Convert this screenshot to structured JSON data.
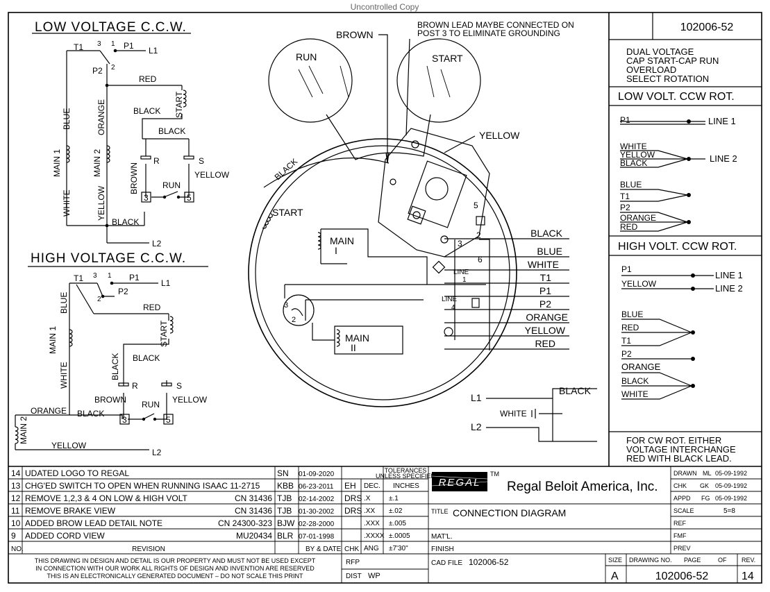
{
  "watermark": "Uncontrolled Copy",
  "low_voltage": {
    "title": "LOW VOLTAGE C.C.W.",
    "labels": {
      "t1": "T1",
      "n3": "3",
      "n1": "1",
      "p1": "P1",
      "l1": "L1",
      "p2": "P2",
      "n2": "2",
      "red": "RED",
      "blue": "BLUE",
      "orange": "ORANGE",
      "black_top": "BLACK",
      "start": "START",
      "black_mid": "BLACK",
      "main1": "MAIN 1",
      "main2": "MAIN 2",
      "r": "R",
      "s": "S",
      "brown": "BROWN",
      "yellow_cap": "YELLOW",
      "run": "RUN",
      "b3": "3",
      "b5": "5",
      "white": "WHITE",
      "yellow": "YELLOW",
      "black_bot": "BLACK",
      "l2": "L2"
    }
  },
  "high_voltage": {
    "title": "HIGH VOLTAGE C.C.W.",
    "labels": {
      "t1": "T1",
      "n3": "3",
      "n1": "1",
      "p1": "P1",
      "l1": "L1",
      "p2": "P2",
      "n2": "2",
      "blue": "BLUE",
      "red": "RED",
      "main1": "MAIN 1",
      "start": "START",
      "black_side": "BLACK",
      "black_top": "BLACK",
      "white": "WHITE",
      "r": "R",
      "s": "S",
      "brown": "BROWN",
      "yellow_cap": "YELLOW",
      "run": "RUN",
      "b3": "3",
      "b5": "5",
      "orange": "ORANGE",
      "black_bot": "BLACK",
      "main2": "MAIN 2",
      "yellow": "YELLOW",
      "l2": "L2"
    }
  },
  "center": {
    "note_line1": "BROWN LEAD MAYBE CONNECTED ON",
    "note_line2": "POST 3 TO ELIMINATE GROUNDING",
    "brown": "BROWN",
    "run": "RUN",
    "start_cap": "START",
    "yellow": "YELLOW",
    "black_diag": "BLACK",
    "start_coil": "START",
    "main1_a": "MAIN",
    "main1_b": "I",
    "main2_a": "MAIN",
    "main2_b": "II",
    "n5": "5",
    "n2": "2",
    "n3": "3",
    "n6": "6",
    "line1_a": "LINE",
    "line1_b": "1",
    "line4_a": "LINE",
    "line4_b": "4",
    "sw3": "3",
    "sw2": "2",
    "leads": [
      "BLACK",
      "BLUE",
      "WHITE",
      "T1",
      "P1",
      "P2",
      "ORANGE",
      "YELLOW",
      "RED"
    ],
    "cord_l1": "L1",
    "cord_l2": "L2",
    "cord_black": "BLACK",
    "cord_white": "WHITE"
  },
  "info_panel": {
    "part_no": "102006-52",
    "desc": [
      "DUAL VOLTAGE",
      "CAP START-CAP RUN",
      "OVERLOAD",
      "SELECT ROTATION"
    ],
    "low_title": "LOW VOLT. CCW ROT.",
    "low": {
      "p1": "P1",
      "line1": "LINE 1",
      "white": "WHITE",
      "yellow": "YELLOW",
      "black": "BLACK",
      "line2": "LINE 2",
      "blue": "BLUE",
      "t1": "T1",
      "p2": "P2",
      "orange": "ORANGE",
      "red": "RED"
    },
    "high_title": "HIGH VOLT. CCW ROT.",
    "high": {
      "p1": "P1",
      "yellow": "YELLOW",
      "line1": "LINE 1",
      "line2": "LINE 2",
      "blue": "BLUE",
      "red": "RED",
      "t1": "T1",
      "p2": "P2",
      "orange": "ORANGE",
      "black": "BLACK",
      "white": "WHITE"
    },
    "note": [
      "FOR CW ROT. EITHER",
      "VOLTAGE INTERCHANGE",
      "RED WITH BLACK LEAD."
    ]
  },
  "revisions": [
    {
      "no": "14",
      "desc": "UDATED LOGO TO REGAL",
      "code": "",
      "by": "SN",
      "date": "01-09-2020",
      "chk": ""
    },
    {
      "no": "13",
      "desc": "CHG'ED SWITCH TO OPEN WHEN RUNNING ISAAC 11-2715",
      "code": "",
      "by": "KBB",
      "date": "06-23-2011",
      "chk": "EH"
    },
    {
      "no": "12",
      "desc": "REMOVE 1,2,3 & 4 ON LOW & HIGH VOLT",
      "code": "CN 31436",
      "by": "TJB",
      "date": "02-14-2002",
      "chk": "DRS"
    },
    {
      "no": "11",
      "desc": "REMOVE BRAKE VIEW",
      "code": "CN 31436",
      "by": "TJB",
      "date": "01-30-2002",
      "chk": "DRS"
    },
    {
      "no": "10",
      "desc": "ADDED BROW LEAD DETAIL NOTE",
      "code": "CN 24300-323",
      "by": "BJW",
      "date": "02-28-2000",
      "chk": ""
    },
    {
      "no": "9",
      "desc": "ADDED CORD VIEW",
      "code": "MU20434",
      "by": "BLR",
      "date": "07-01-1998",
      "chk": ""
    }
  ],
  "rev_header": {
    "no": "NO.",
    "rev": "REVISION",
    "bydate": "BY & DATE",
    "chk": "CHK"
  },
  "tolerances": {
    "head1": "TOLERANCES",
    "head2": "UNLESS SPECIFIED",
    "dec": "DEC.",
    "inches": "INCHES",
    "rows": [
      [
        ".X",
        "±.1"
      ],
      [
        ".XX",
        "±.02"
      ],
      [
        ".XXX",
        "±.005"
      ],
      [
        ".XXXX",
        "±.0005"
      ]
    ],
    "ang": "ANG",
    "angval": "±7'30\""
  },
  "company": {
    "logo": "REGAL",
    "tm": "TM",
    "name": "Regal Beloit America, Inc."
  },
  "title_block": {
    "title_label": "TITLE",
    "title": "CONNECTION DIAGRAM",
    "matl": "MAT'L.",
    "finish": "FINISH",
    "cad_label": "CAD FILE",
    "cad": "102006-52",
    "rfp": "RFP",
    "dist": "DIST",
    "dist_val": "WP",
    "drawn": "DRAWN",
    "drawn_by": "ML",
    "drawn_date": "05-09-1992",
    "chk": "CHK",
    "chk_by": "GK",
    "chk_date": "05-09-1992",
    "appd": "APPD",
    "appd_by": "FG",
    "appd_date": "05-09-1992",
    "scale": "SCALE",
    "scale_val": "5=8",
    "ref": "REF",
    "fmf": "FMF",
    "prev": "PREV",
    "size": "SIZE",
    "size_val": "A",
    "drawing_no": "DRAWING NO.",
    "page": "PAGE",
    "of": "OF",
    "drawing_val": "102006-52",
    "rev": "REV.",
    "rev_val": "14"
  },
  "legal": [
    "THIS DRAWING IN DESIGN AND DETAIL IS OUR PROPERTY AND MUST NOT BE USED EXCEPT",
    "IN CONNECTION WITH OUR WORK ALL RIGHTS OF DESIGN AND INVENTION ARE RESERVED",
    "THIS IS AN ELECTRONICALLY GENERATED DOCUMENT – DO NOT SCALE THIS PRINT"
  ]
}
